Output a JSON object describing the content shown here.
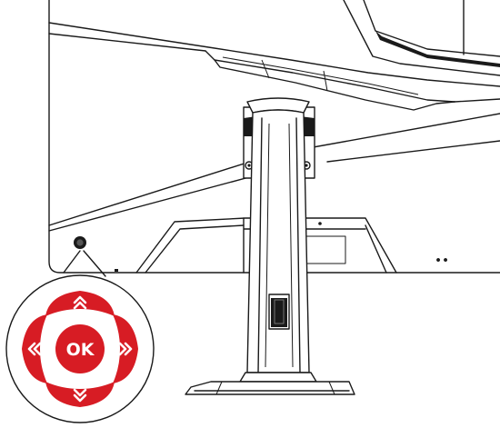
{
  "joystick": {
    "center_label": "OK",
    "accent_color": "#d71c24",
    "directions": [
      "up",
      "down",
      "left",
      "right"
    ],
    "direction_icons": {
      "up": "double-chevron-up-icon",
      "down": "double-chevron-down-icon",
      "left": "double-chevron-left-icon",
      "right": "double-chevron-right-icon"
    }
  },
  "colors": {
    "line": "#1a1a1a",
    "background": "#ffffff"
  }
}
